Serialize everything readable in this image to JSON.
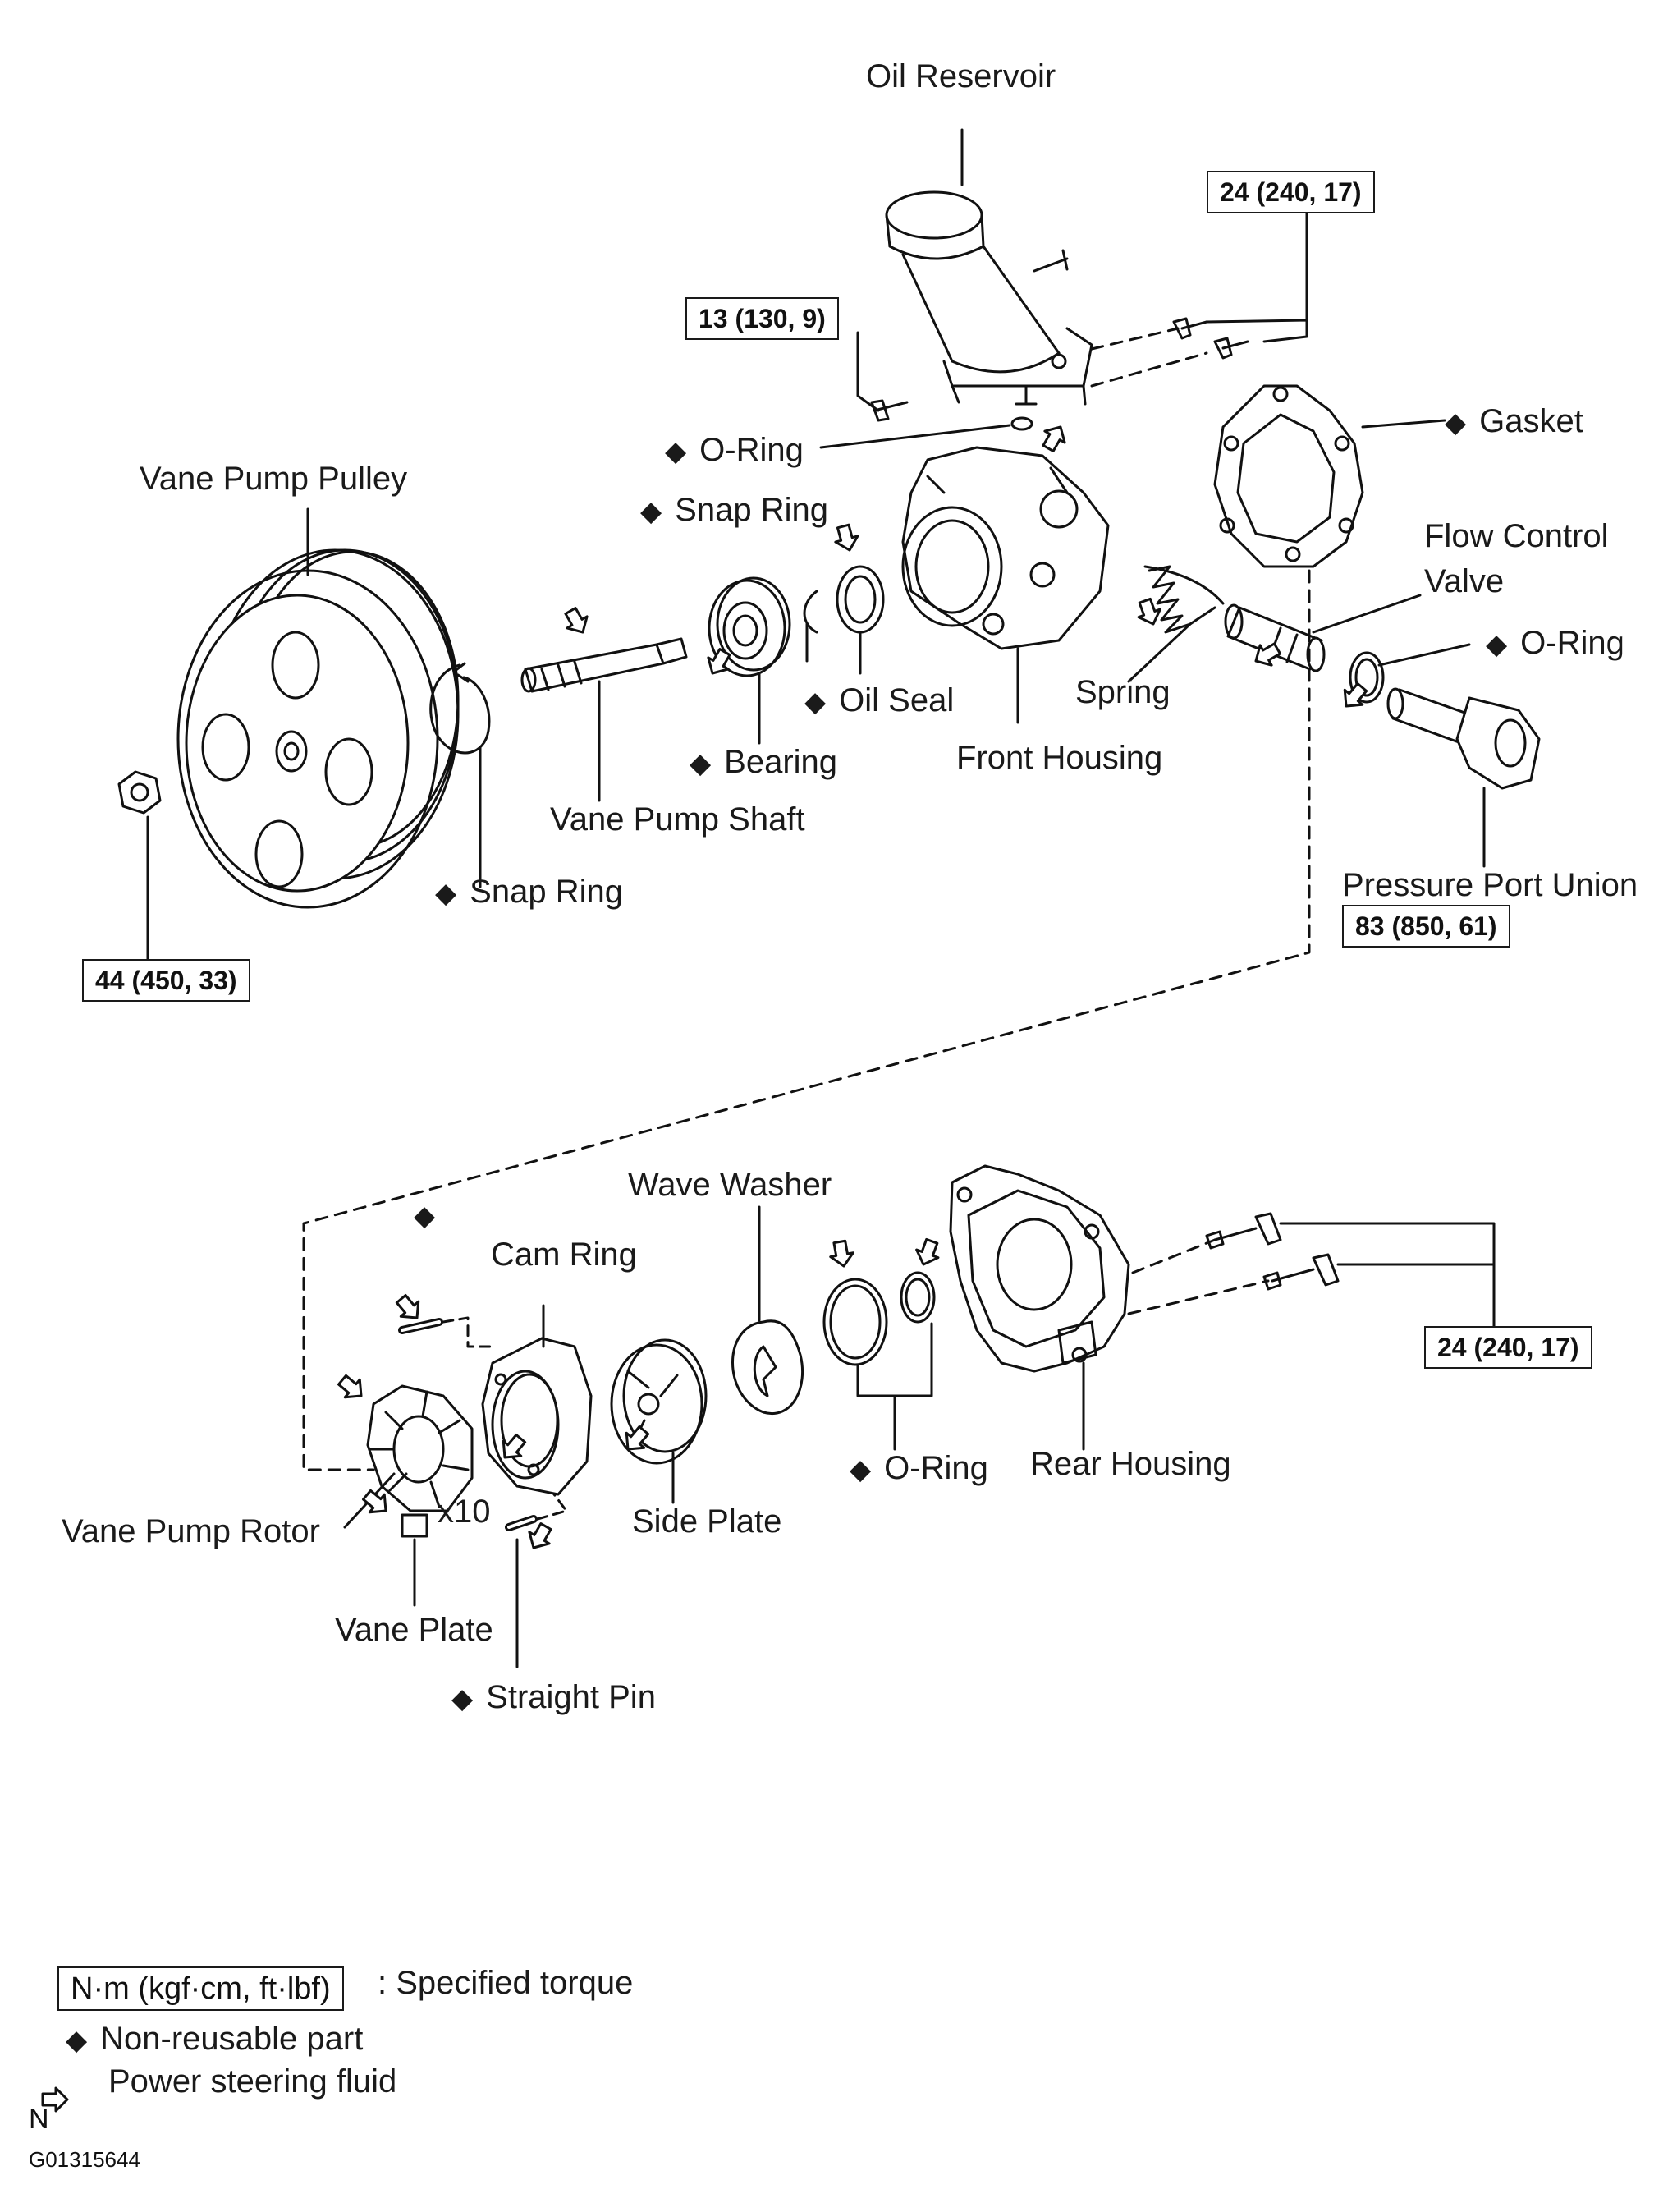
{
  "labels": {
    "oil_reservoir": "Oil Reservoir",
    "gasket": "Gasket",
    "o_ring_top": "O-Ring",
    "vane_pump_pulley": "Vane Pump Pulley",
    "snap_ring_upper": "Snap Ring",
    "flow_control_valve_line1": "Flow Control",
    "flow_control_valve_line2": "Valve",
    "o_ring_right": "O-Ring",
    "oil_seal": "Oil Seal",
    "spring": "Spring",
    "bearing": "Bearing",
    "front_housing": "Front Housing",
    "vane_pump_shaft": "Vane Pump Shaft",
    "snap_ring_lower": "Snap Ring",
    "pressure_port_union": "Pressure Port Union",
    "wave_washer": "Wave Washer",
    "cam_ring": "Cam Ring",
    "o_ring_bottom": "O-Ring",
    "rear_housing": "Rear Housing",
    "vane_pump_rotor": "Vane Pump Rotor",
    "times_ten": "x10",
    "side_plate": "Side Plate",
    "vane_plate": "Vane Plate",
    "straight_pin": "Straight Pin"
  },
  "torques": {
    "reservoir_bolt": "13 (130, 9)",
    "reservoir_bracket_bolts": "24 (240, 17)",
    "pulley_nut": "44 (450, 33)",
    "pressure_port_union": "83 (850, 61)",
    "rear_housing_bolts": "24 (240, 17)"
  },
  "legend": {
    "torque_unit": "N·m (kgf·cm, ft·lbf)",
    "torque_desc": ": Specified torque",
    "non_reusable": "Non-reusable part",
    "fluid": "Power steering fluid"
  },
  "footer": {
    "letter": "N",
    "code": "G01315644"
  }
}
